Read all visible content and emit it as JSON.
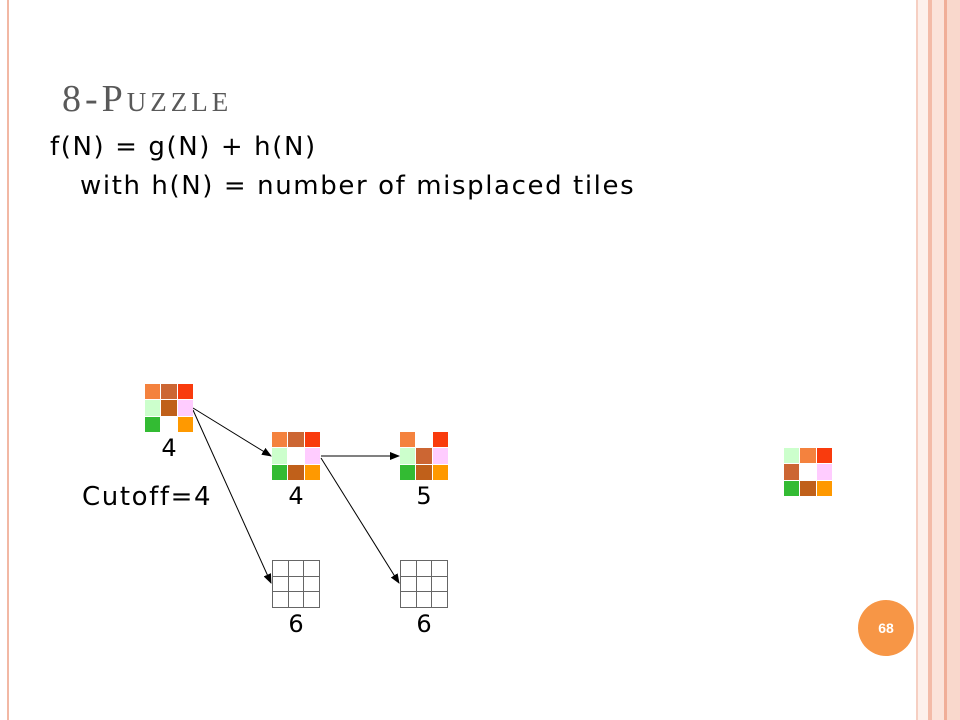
{
  "slide": {
    "title": "8-Puzzle",
    "formula": "f(N) = g(N) + h(N)",
    "heuristic": "with h(N) = number of misplaced tiles",
    "cutoff_label": "Cutoff=4",
    "page_number": "68"
  },
  "theme": {
    "title_color": "#595959",
    "accent": "#f79646",
    "border": "#f2b8a4"
  },
  "tree": {
    "nodes": [
      {
        "f": 4,
        "tiles": [
          "#f4823e",
          "#cc6633",
          "#f93b0d",
          "#ccffcc",
          "#c0601a",
          "#ffccff",
          "#33bb33",
          "",
          "#ff9900"
        ]
      },
      {
        "f": 4,
        "tiles": [
          "#f4823e",
          "#cc6633",
          "#f93b0d",
          "#ccffcc",
          "",
          "#ffccff",
          "#33bb33",
          "#c0601a",
          "#ff9900"
        ]
      },
      {
        "f": 5,
        "tiles": [
          "#f4823e",
          "",
          "#f93b0d",
          "#ccffcc",
          "#cc6633",
          "#ffccff",
          "#33bb33",
          "#c0601a",
          "#ff9900"
        ]
      },
      {
        "f": 6,
        "tiles": [
          "",
          "",
          "",
          "",
          "",
          "",
          "",
          "",
          ""
        ]
      },
      {
        "f": 6,
        "tiles": [
          "",
          "",
          "",
          "",
          "",
          "",
          "",
          "",
          ""
        ]
      }
    ]
  },
  "goal": {
    "tiles": [
      "#ccffcc",
      "#f4823e",
      "#f93b0d",
      "#cc6633",
      "",
      "#ffccff",
      "#33bb33",
      "#c0601a",
      "#ff9900"
    ]
  }
}
